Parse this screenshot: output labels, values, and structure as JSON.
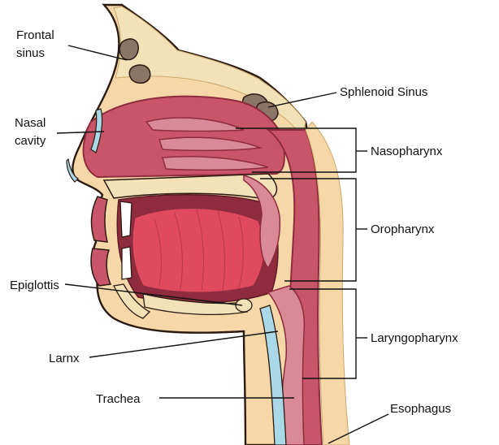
{
  "labels": {
    "frontal_sinus": [
      "Frontal",
      "sinus"
    ],
    "nasal_cavity": [
      "Nasal",
      "cavity"
    ],
    "sphenoid_sinus": "Sphlenoid Sinus",
    "nasopharynx": "Nasopharynx",
    "oropharynx": "Oropharynx",
    "epiglottis": "Epiglottis",
    "laryngopharynx": "Laryngopharynx",
    "larynx": "Larnx",
    "trachea": "Trachea",
    "esophagus": "Esophagus"
  },
  "colors": {
    "skin": "#f6d7a8",
    "skin_outline": "#2a1a12",
    "bone": "#f3e2b8",
    "sinus": "#8a7566",
    "mucosa": "#c95668",
    "mucosa_dark": "#8e2c3d",
    "cavity": "#d98a96",
    "tongue": "#e04a5f",
    "cartilage": "#a9d9e6",
    "tooth": "#ffffff",
    "line": "#111111"
  }
}
